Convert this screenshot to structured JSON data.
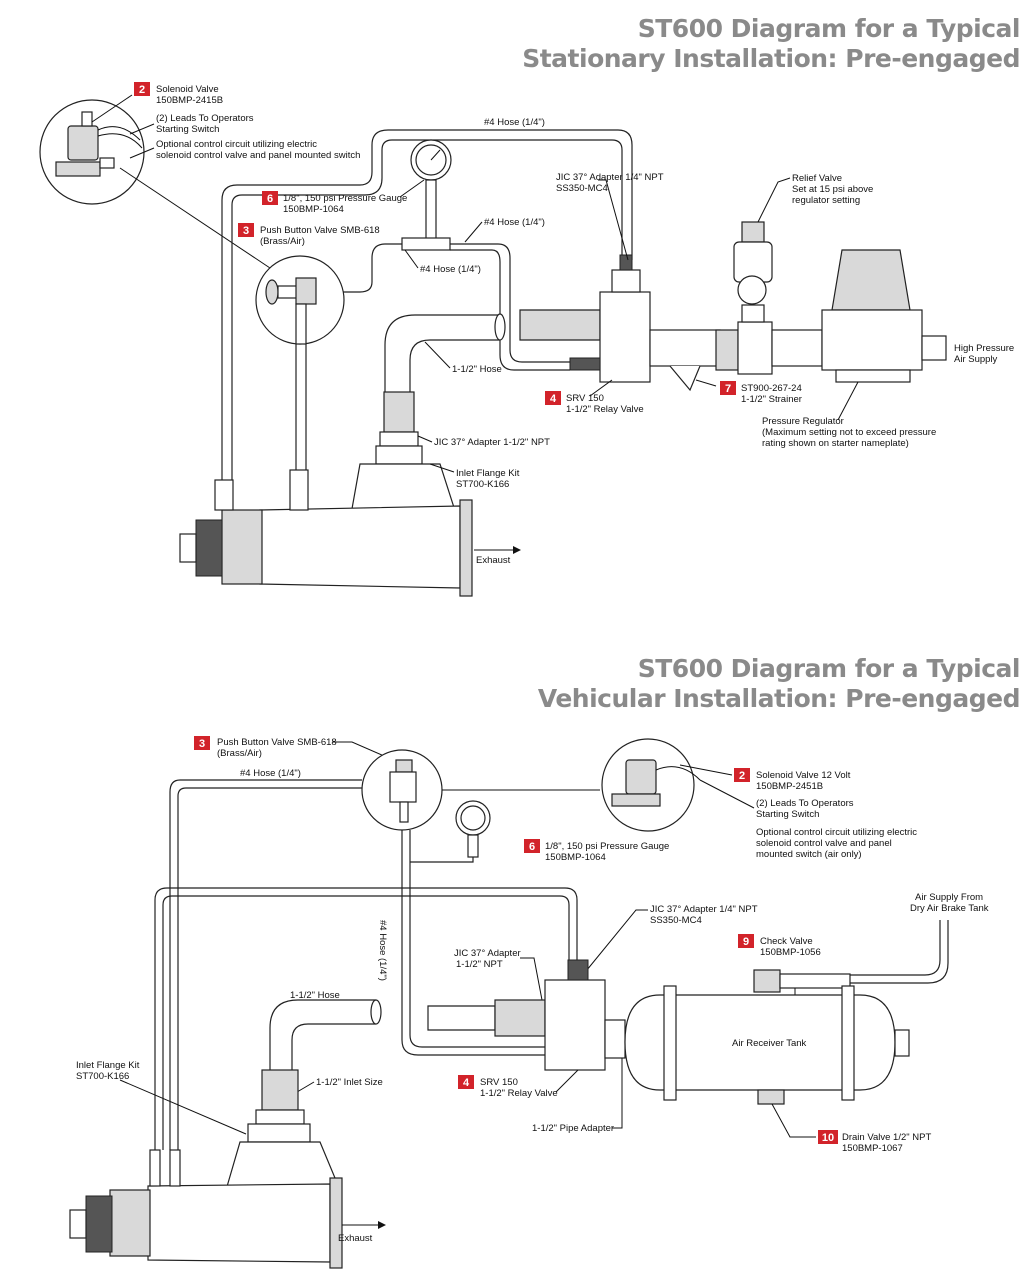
{
  "titles": {
    "stationary_line1": "ST600 Diagram for a Typical",
    "stationary_line2": "Stationary Installation: Pre-engaged",
    "vehicular_line1": "ST600 Diagram for a Typical",
    "vehicular_line2": "Vehicular Installation: Pre-engaged"
  },
  "colors": {
    "badge": "#d2232a",
    "title": "#8a8a8a"
  },
  "stationary": {
    "badge2": "2",
    "solenoid_l1": "Solenoid Valve",
    "solenoid_l2": "150BMP-2415B",
    "leads_l1": "(2) Leads To Operators",
    "leads_l2": "Starting Switch",
    "optional_l1": "Optional control circuit utilizing electric",
    "optional_l2": "solenoid control valve and panel mounted switch",
    "hose_top": "#4 Hose (1/4\")",
    "badge6": "6",
    "gauge_l1": "1/8\", 150 psi Pressure Gauge",
    "gauge_l2": "150BMP-1064",
    "badge3": "3",
    "push_l1": "Push Button Valve SMB-618",
    "push_l2": "(Brass/Air)",
    "jic_l1": "JIC 37° Adapter 1/4\" NPT",
    "jic_l2": "SS350-MC4",
    "hose_mid": "#4 Hose (1/4\")",
    "hose_low": "#4 Hose (1/4\")",
    "relief_l1": "Relief Valve",
    "relief_l2": "Set at 15 psi above",
    "relief_l3": "regulator setting",
    "hose_15": "1-1/2\" Hose",
    "hp_l1": "High Pressure",
    "hp_l2": "Air Supply",
    "badge4": "4",
    "srv_l1": "SRV 150",
    "srv_l2": "1-1/2\" Relay Valve",
    "badge7": "7",
    "strainer_l1": "ST900-267-24",
    "strainer_l2": "1-1/2\" Strainer",
    "reg_l1": "Pressure Regulator",
    "reg_l2": "(Maximum setting not to exceed pressure",
    "reg_l3": "rating shown on starter nameplate)",
    "jic15": "JIC 37° Adapter 1-1/2\" NPT",
    "inlet_l1": "Inlet Flange Kit",
    "inlet_l2": "ST700-K166",
    "exhaust": "Exhaust"
  },
  "vehicular": {
    "badge3": "3",
    "push_l1": "Push Button Valve SMB-618",
    "push_l2": "(Brass/Air)",
    "hose_top": "#4 Hose (1/4\")",
    "badge2": "2",
    "solenoid_l1": "Solenoid Valve 12 Volt",
    "solenoid_l2": "150BMP-2451B",
    "leads_l1": "(2) Leads To Operators",
    "leads_l2": "Starting Switch",
    "optional_l1": "Optional control circuit utilizing electric",
    "optional_l2": "solenoid control valve and panel",
    "optional_l3": "mounted switch (air only)",
    "badge6": "6",
    "gauge_l1": "1/8\", 150 psi Pressure Gauge",
    "gauge_l2": "150BMP-1064",
    "hose_vert": "#4 Hose (1/4\")",
    "jic14_l1": "JIC 37° Adapter 1/4\" NPT",
    "jic14_l2": "SS350-MC4",
    "airsupply_l1": "Air Supply From",
    "airsupply_l2": "Dry Air Brake Tank",
    "badge9": "9",
    "check_l1": "Check Valve",
    "check_l2": "150BMP-1056",
    "jic_l1": "JIC 37° Adapter",
    "jic_l2": "1-1/2\" NPT",
    "hose_15": "1-1/2\" Hose",
    "tank": "Air Receiver Tank",
    "inlet_l1": "Inlet Flange Kit",
    "inlet_l2": "ST700-K166",
    "inlet_size": "1-1/2\" Inlet Size",
    "badge4": "4",
    "srv_l1": "SRV 150",
    "srv_l2": "1-1/2\" Relay Valve",
    "pipe_adapter": "1-1/2\" Pipe Adapter",
    "badge10": "10",
    "drain_l1": "Drain Valve 1/2\" NPT",
    "drain_l2": "150BMP-1067",
    "exhaust": "Exhaust"
  }
}
